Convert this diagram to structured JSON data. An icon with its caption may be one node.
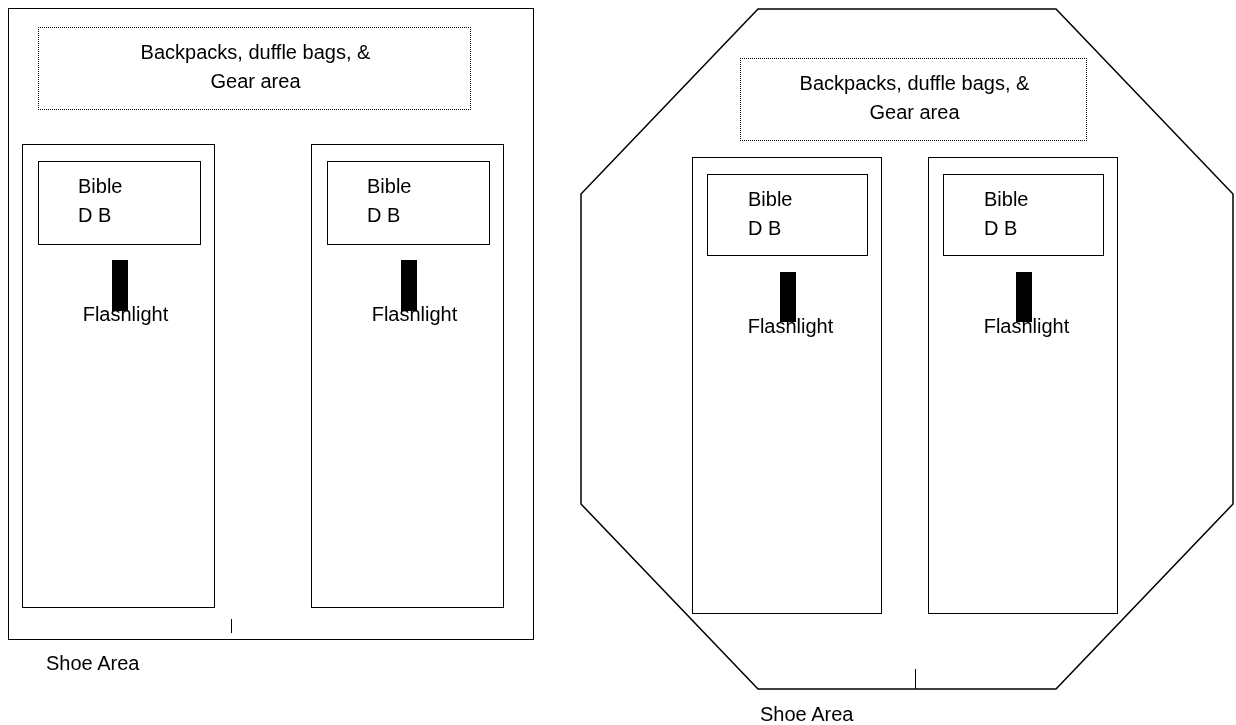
{
  "diagram": {
    "nodes": [
      {
        "text": [],
        "shape": "box",
        "beside": [
          "Shoe Area"
        ]
      },
      {
        "text": [
          "Backpacks, duffle bags, & Gear area"
        ],
        "in": 0
      },
      {
        "text": [],
        "shape": "box",
        "in": 0
      },
      {
        "text": [
          "Bible D B"
        ],
        "in": 2
      },
      {
        "text": [
          "Flashlight"
        ],
        "in": 2
      },
      {
        "text": [],
        "shape": "box",
        "in": 0
      },
      {
        "text": [
          "Bible D B"
        ],
        "in": 5
      },
      {
        "text": [
          "Flashlight"
        ],
        "in": 5
      },
      {
        "text": [],
        "shape": "octagon",
        "beside": [
          "Shoe Area"
        ]
      },
      {
        "text": [
          "Backpacks, duffle bags, & Gear area"
        ],
        "in": 8
      },
      {
        "text": [],
        "shape": "box",
        "in": 8
      },
      {
        "text": [
          "Bible D B"
        ],
        "in": 10
      },
      {
        "text": [
          "Flashlight"
        ],
        "in": 10
      },
      {
        "text": [],
        "shape": "box",
        "in": 8
      },
      {
        "text": [
          "Bible D B"
        ],
        "in": 13
      },
      {
        "text": [
          "Flashlight"
        ],
        "in": 13
      }
    ],
    "edges": []
  }
}
